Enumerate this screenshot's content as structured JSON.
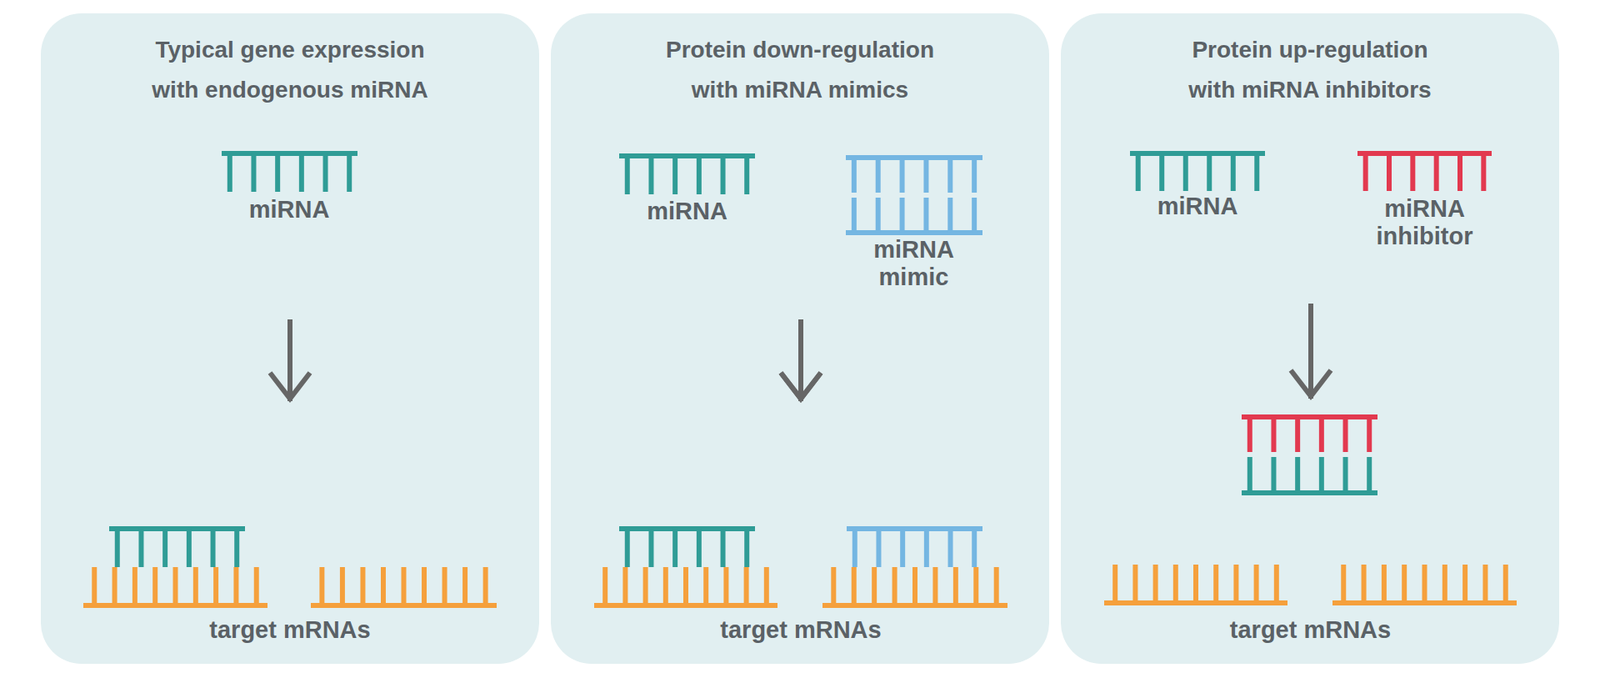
{
  "diagram": {
    "nodes": [
      {
        "text": [
          "Typical gene expression with endogenous miRNA"
        ]
      },
      {
        "text": [
          "miRNA"
        ],
        "in": 0
      },
      {
        "text": [
          "target mRNAs"
        ],
        "in": 0
      },
      {
        "text": [
          "Protein down-regulation with miRNA mimics"
        ]
      },
      {
        "text": [
          "miRNA"
        ],
        "in": 3
      },
      {
        "text": [
          "miRNA mimic"
        ],
        "in": 3
      },
      {
        "text": [
          "target mRNAs"
        ],
        "in": 3
      },
      {
        "text": [
          "Protein up-regulation with miRNA inhibitors"
        ]
      },
      {
        "text": [
          "miRNA"
        ],
        "in": 7
      },
      {
        "text": [
          "miRNA inhibitor"
        ],
        "in": 7
      },
      {
        "text": [
          "target mRNAs"
        ],
        "in": 7
      }
    ],
    "edges": [
      {
        "from": 1,
        "to": 2,
        "arrow": "to"
      },
      {
        "from": 4,
        "to": 6,
        "arrow": "to"
      },
      {
        "from": 5,
        "to": 6,
        "arrow": "to"
      }
    ]
  }
}
